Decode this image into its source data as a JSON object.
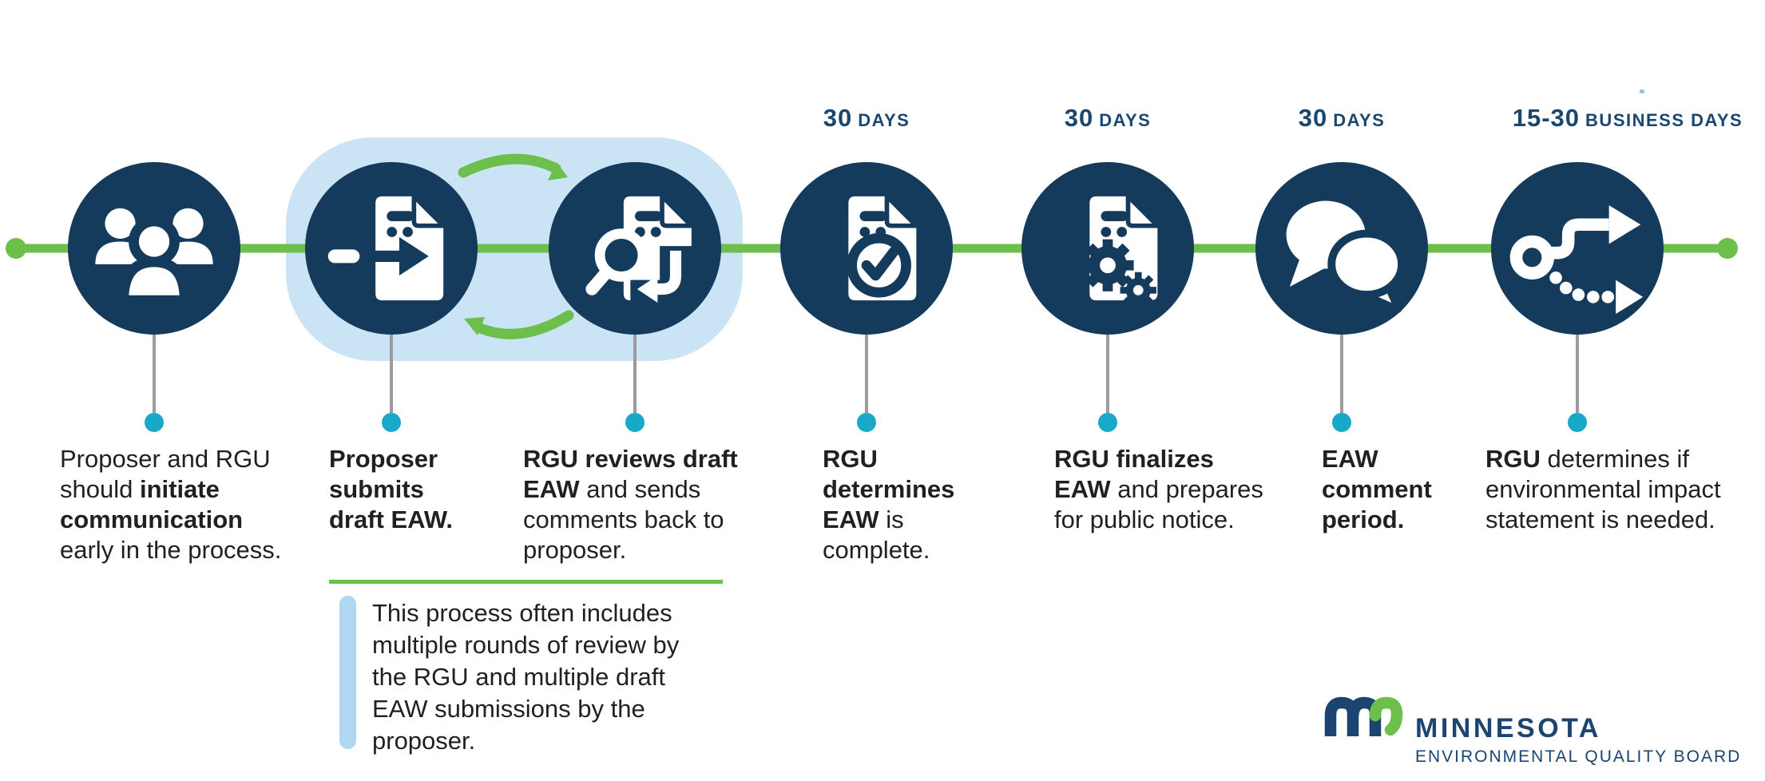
{
  "colors": {
    "navy": "#143a5c",
    "green": "#6cbf4b",
    "highlight_blue": "#cbe4f5",
    "callout_bar_blue": "#afd7f2",
    "marker_cyan": "#18a9c9",
    "connector_gray": "#9c9c9c",
    "label_navy": "#1a4770",
    "logo_navy": "#1b4470",
    "body_text": "#231f20"
  },
  "steps": [
    {
      "icon": "people-icon",
      "lines": [
        {
          "pre": "Proposer and RGU",
          "bold": "",
          "post": ""
        },
        {
          "pre": "should ",
          "bold": "initiate",
          "post": ""
        },
        {
          "pre": "",
          "bold": "communication",
          "post": ""
        },
        {
          "pre": "early in the process.",
          "bold": "",
          "post": ""
        }
      ]
    },
    {
      "icon": "submit-document-icon",
      "lines": [
        {
          "pre": "",
          "bold": "Proposer",
          "post": ""
        },
        {
          "pre": "",
          "bold": "submits",
          "post": ""
        },
        {
          "pre": "",
          "bold": "draft EAW.",
          "post": ""
        }
      ]
    },
    {
      "icon": "review-document-icon",
      "lines": [
        {
          "pre": "",
          "bold": "RGU reviews draft",
          "post": ""
        },
        {
          "pre": "",
          "bold": "EAW",
          "post": " and sends"
        },
        {
          "pre": "comments back to",
          "bold": "",
          "post": ""
        },
        {
          "pre": "proposer.",
          "bold": "",
          "post": ""
        }
      ]
    },
    {
      "icon": "document-check-icon",
      "duration": {
        "num": "30",
        "unit": "DAYS"
      },
      "lines": [
        {
          "pre": "",
          "bold": "RGU",
          "post": ""
        },
        {
          "pre": "",
          "bold": "determines",
          "post": ""
        },
        {
          "pre": "",
          "bold": "EAW",
          "post": " is"
        },
        {
          "pre": "complete.",
          "bold": "",
          "post": ""
        }
      ]
    },
    {
      "icon": "document-gears-icon",
      "duration": {
        "num": "30",
        "unit": "DAYS"
      },
      "lines": [
        {
          "pre": "",
          "bold": "RGU finalizes",
          "post": ""
        },
        {
          "pre": "",
          "bold": "EAW",
          "post": " and prepares"
        },
        {
          "pre": "for public notice.",
          "bold": "",
          "post": ""
        }
      ]
    },
    {
      "icon": "chat-bubbles-icon",
      "duration": {
        "num": "30",
        "unit": "DAYS"
      },
      "lines": [
        {
          "pre": "",
          "bold": "EAW",
          "post": ""
        },
        {
          "pre": "",
          "bold": "comment",
          "post": ""
        },
        {
          "pre": "",
          "bold": "period.",
          "post": ""
        }
      ]
    },
    {
      "icon": "decision-path-icon",
      "duration": {
        "num": "15-30",
        "unit": "BUSINESS DAYS"
      },
      "lines": [
        {
          "pre": "",
          "bold": "RGU",
          "post": " determines if"
        },
        {
          "pre": "environmental impact",
          "bold": "",
          "post": ""
        },
        {
          "pre": "statement is needed.",
          "bold": "",
          "post": ""
        }
      ]
    }
  ],
  "note": {
    "lines": [
      "This process often includes",
      "multiple rounds of review by",
      "the RGU and multiple draft",
      "EAW submissions by the",
      "proposer."
    ]
  },
  "logo": {
    "mark": "mn-state-logo",
    "wordmark": "MINNESOTA",
    "tagline": "ENVIRONMENTAL QUALITY BOARD"
  }
}
